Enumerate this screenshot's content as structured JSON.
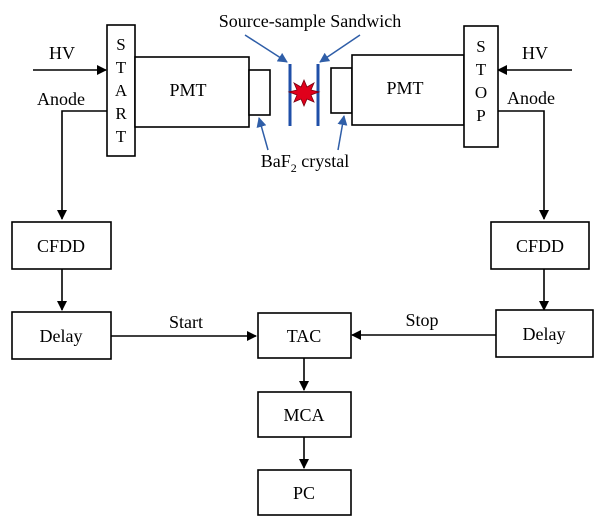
{
  "title": "Source-sample Sandwich",
  "colors": {
    "line": "#000000",
    "annotation_arrow": "#2f5ea8",
    "sandwich_plate": "#1f4fa8",
    "source_fill": "#e0001b",
    "source_stroke": "#7a0010",
    "box_fill": "#ffffff"
  },
  "labels": {
    "hv_left": "HV",
    "hv_right": "HV",
    "anode_left": "Anode",
    "anode_right": "Anode",
    "pmt_left": "PMT",
    "pmt_right": "PMT",
    "crystal_main": "BaF",
    "crystal_sub": "2",
    "crystal_rest": " crystal",
    "start_edge": "Start",
    "stop_edge": "Stop"
  },
  "start_letters": [
    "S",
    "T",
    "A",
    "R",
    "T"
  ],
  "stop_letters": [
    "S",
    "T",
    "O",
    "P"
  ],
  "boxes": {
    "cfdd_left": "CFDD",
    "cfdd_right": "CFDD",
    "delay_left": "Delay",
    "delay_right": "Delay",
    "tac": "TAC",
    "mca": "MCA",
    "pc": "PC"
  }
}
